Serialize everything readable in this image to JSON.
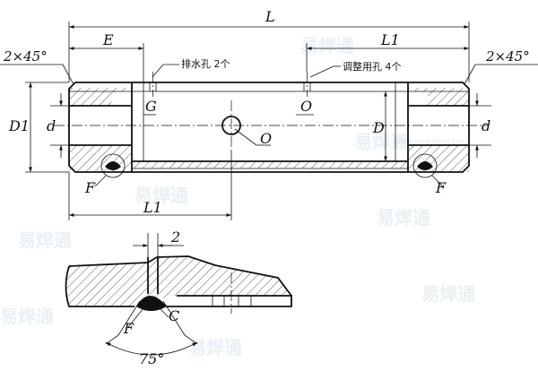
{
  "labels": {
    "L": "L",
    "E": "E",
    "L1_top": "L1",
    "L1_bottom": "L1",
    "chamfer_left": "2×45°",
    "chamfer_right": "2×45°",
    "drain_hole": "排水孔 2个",
    "adjust_hole": "调整用孔 4个",
    "G": "G",
    "O_hole": "O",
    "O_center": "O",
    "D": "D",
    "D1": "D1",
    "d_left": "d",
    "d_right": "d",
    "F_left": "F",
    "F_right": "F",
    "detail_2": "2",
    "detail_F": "F",
    "detail_C": "C",
    "detail_angle": "75°"
  }
}
